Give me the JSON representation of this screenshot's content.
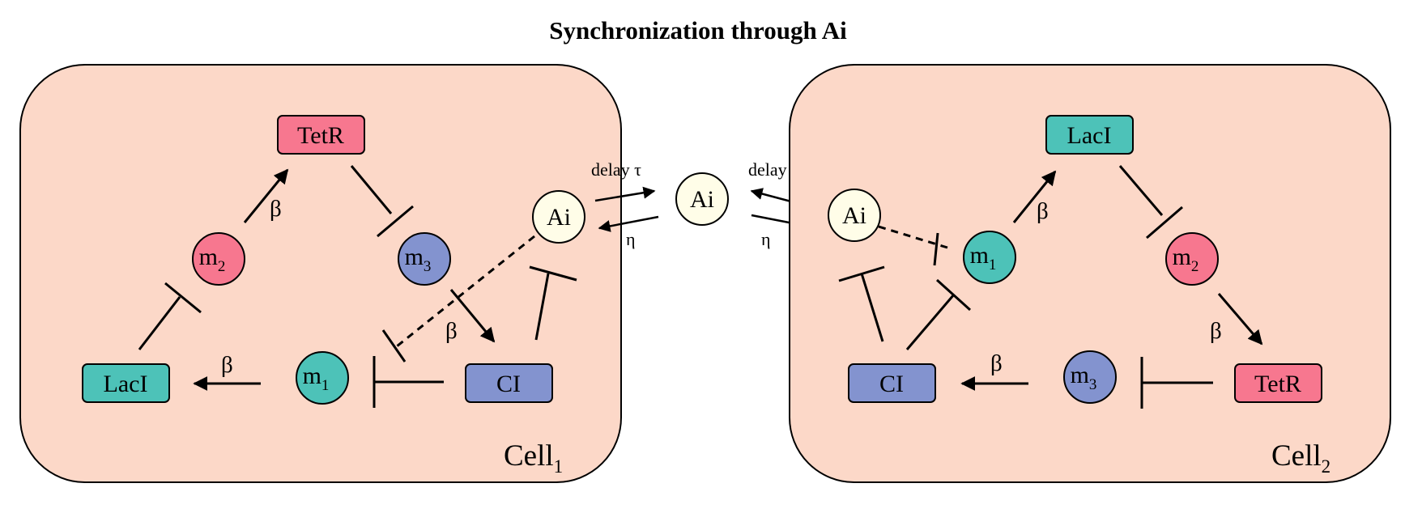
{
  "title": "Synchronization through Ai",
  "colors": {
    "cell_fill": "#fcd8c8",
    "tetr": "#f7778f",
    "laci": "#4dc2b8",
    "ci": "#8393cf",
    "m1": "#4dc2b8",
    "m2": "#f7778f",
    "m3": "#8393cf",
    "ai": "#fffde8"
  },
  "cell1": {
    "label": "Cell",
    "label_sub": "1",
    "tetr": "TetR",
    "laci": "LacI",
    "ci": "CI",
    "m1": "m",
    "m1_sub": "1",
    "m2": "m",
    "m2_sub": "2",
    "m3": "m",
    "m3_sub": "3",
    "ai": "Ai",
    "beta_1": "β",
    "beta_2": "β",
    "beta_3": "β"
  },
  "cell2": {
    "label": "Cell",
    "label_sub": "2",
    "tetr": "TetR",
    "laci": "LacI",
    "ci": "CI",
    "m1": "m",
    "m1_sub": "1",
    "m2": "m",
    "m2_sub": "2",
    "m3": "m",
    "m3_sub": "3",
    "ai": "Ai",
    "beta_1": "β",
    "beta_2": "β",
    "beta_3": "β"
  },
  "extracellular": {
    "ai": "Ai",
    "delay_left": "delay τ",
    "delay_right": "delay τ",
    "eta_left": "η",
    "eta_right": "η"
  }
}
